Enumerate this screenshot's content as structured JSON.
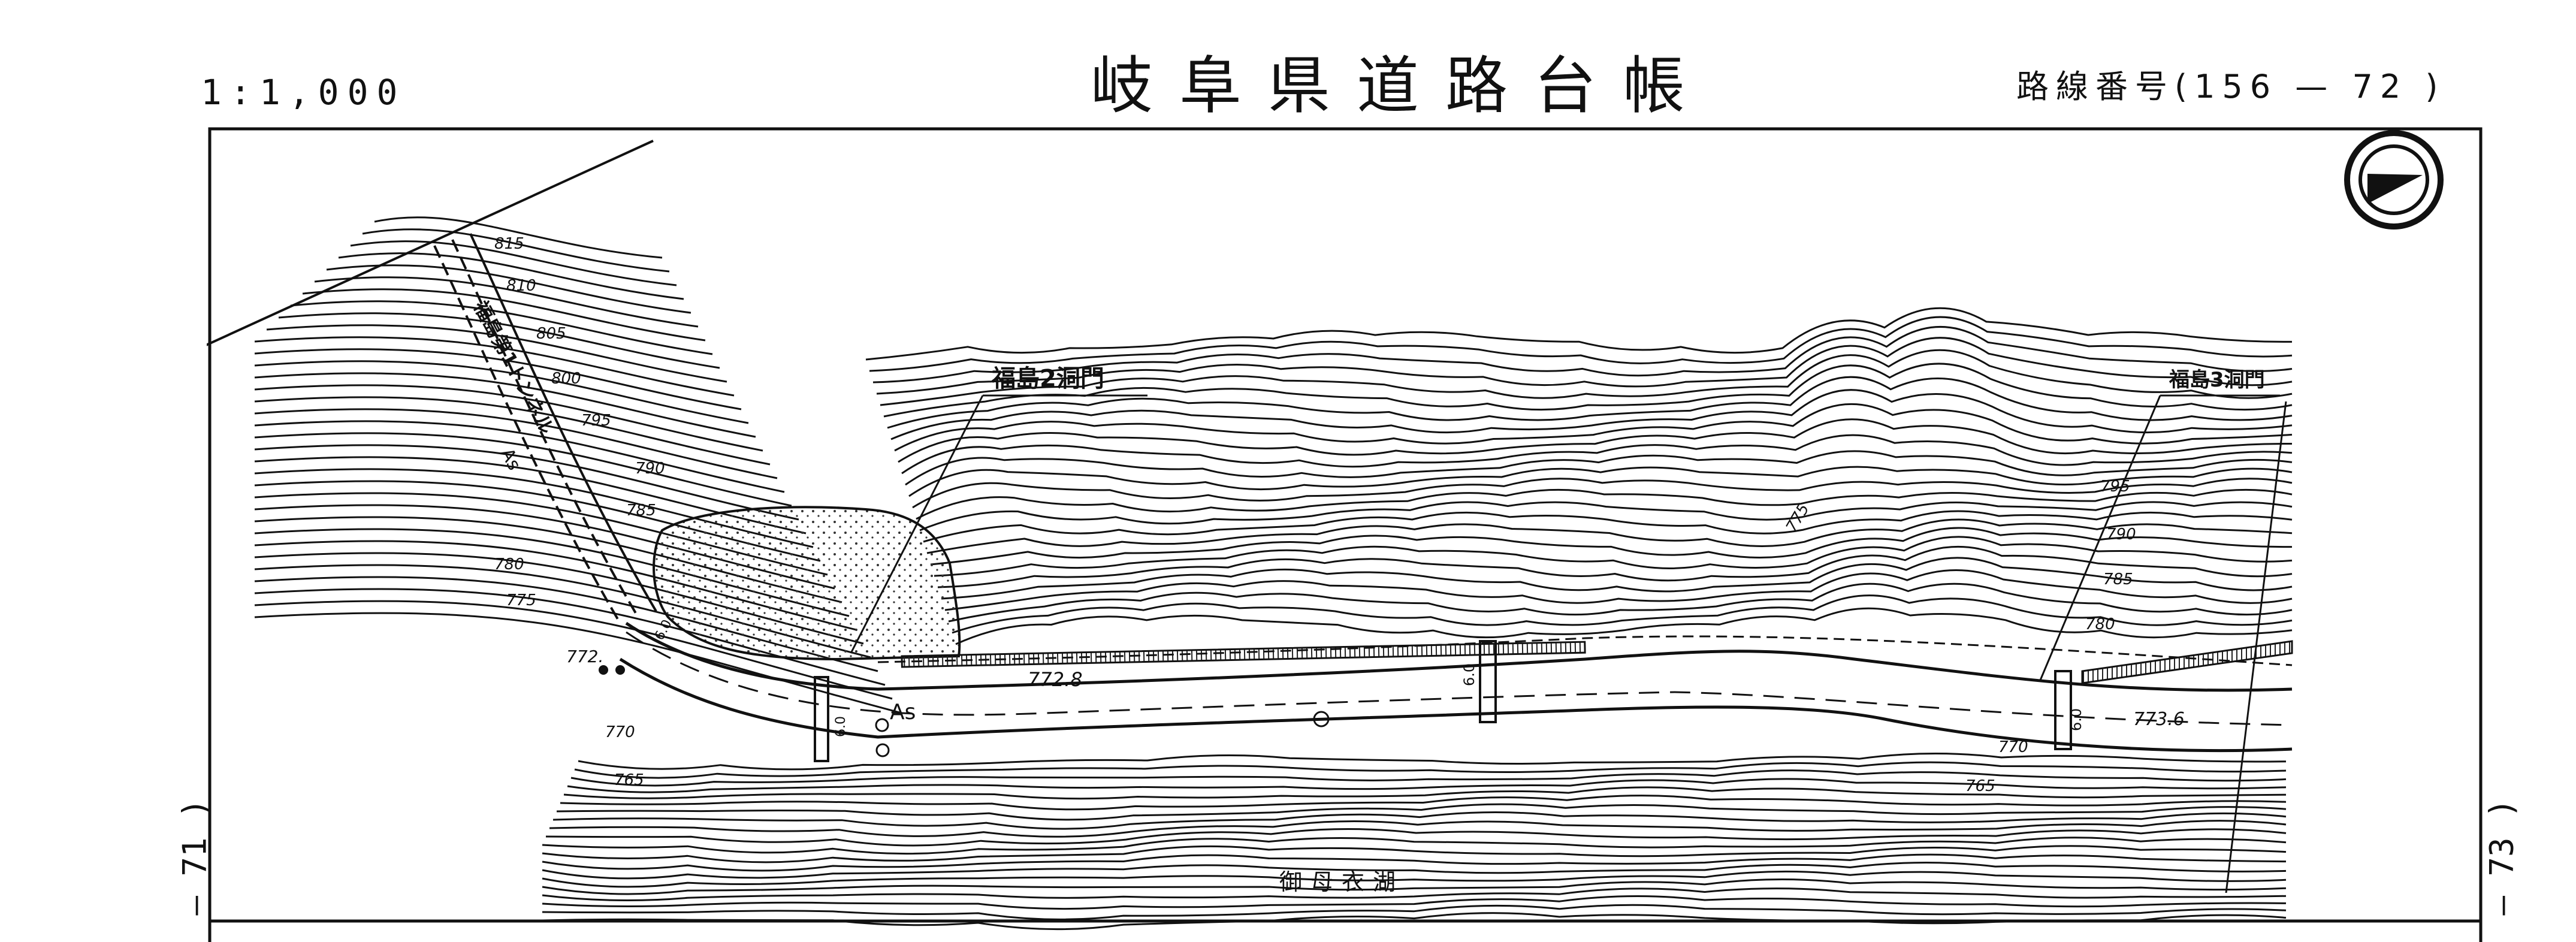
{
  "header": {
    "scale": "1:1,000",
    "title": "岐阜県道路台帳",
    "route_number": "路線番号(156 — 72 )"
  },
  "sheet_links": {
    "previous": "— 71 )",
    "next": "— 73 )"
  },
  "map": {
    "labels": {
      "portal_2": "福島2洞門",
      "portal_3": "福島3洞門",
      "tunnel": "福島第1トンネル",
      "lake": "御母衣湖",
      "surface_a": "As",
      "surface_b": "As"
    },
    "spot_heights": [
      "772.8",
      "773.6",
      "772."
    ],
    "contour_labels": [
      "815",
      "810",
      "805",
      "800",
      "795",
      "790",
      "785",
      "780",
      "775",
      "770",
      "765",
      "775",
      "795",
      "790",
      "785",
      "780",
      "770",
      "765"
    ],
    "widths": [
      "6.0",
      "6.0",
      "6.0",
      "6.0"
    ],
    "colors": {
      "ink": "#111111",
      "paper": "#ffffff"
    }
  }
}
